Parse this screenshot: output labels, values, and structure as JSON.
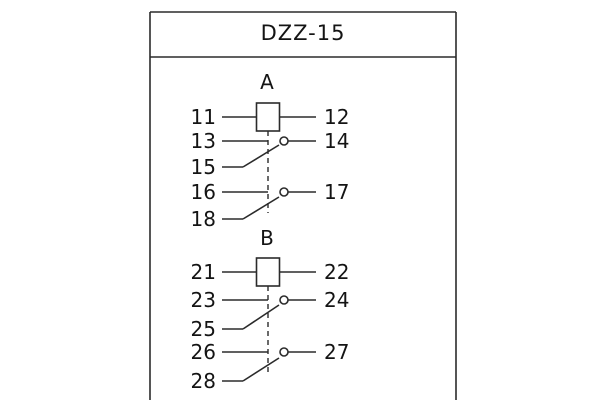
{
  "title": "DZZ-15",
  "sections": [
    {
      "label": "A",
      "left": [
        "11",
        "13",
        "15",
        "16",
        "18"
      ],
      "right": [
        "12",
        "14",
        "17"
      ]
    },
    {
      "label": "B",
      "left": [
        "21",
        "23",
        "25",
        "26",
        "28"
      ],
      "right": [
        "22",
        "24",
        "27"
      ]
    }
  ],
  "colors": {
    "line": "#2b2b2b",
    "text": "#141414",
    "background": "#ffffff"
  }
}
